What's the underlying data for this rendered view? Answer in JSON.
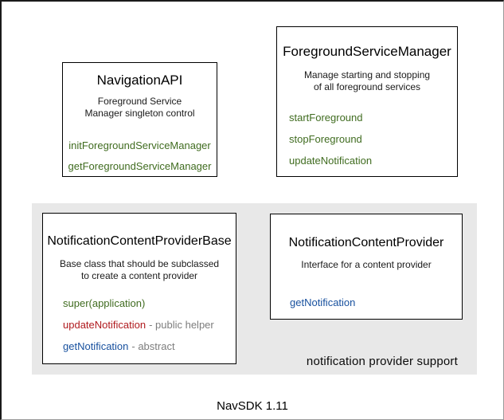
{
  "diagram": {
    "footer": "NavSDK 1.11",
    "panel_label": "notification provider support",
    "colors": {
      "method_green": "#406c20",
      "method_red": "#b01a1e",
      "method_blue": "#17509e",
      "suffix_gray": "#7d7d7d",
      "panel_gray": "#e8e8e8",
      "box_border": "#000000",
      "background": "#ffffff"
    },
    "boxes": {
      "navigation_api": {
        "title": "NavigationAPI",
        "description_line1": "Foreground Service",
        "description_line2": "Manager singleton control",
        "methods": [
          {
            "name": "initForegroundServiceManager"
          },
          {
            "name": "getForegroundServiceManager"
          }
        ]
      },
      "foreground_service_manager": {
        "title": "ForegroundServiceManager",
        "description_line1": "Manage starting and stopping",
        "description_line2": "of all foreground services",
        "methods": [
          {
            "name": "startForeground"
          },
          {
            "name": "stopForeground"
          },
          {
            "name": "updateNotification"
          }
        ]
      },
      "notification_content_provider_base": {
        "title": "NotificationContentProviderBase",
        "description_line1": "Base class that should be subclassed",
        "description_line2": "to create a content provider",
        "methods": [
          {
            "name": "super(application)",
            "suffix": ""
          },
          {
            "name": "updateNotification",
            "suffix": "- public helper"
          },
          {
            "name": "getNotification",
            "suffix": "- abstract"
          }
        ]
      },
      "notification_content_provider": {
        "title": "NotificationContentProvider",
        "description_line1": "Interface for a content provider",
        "methods": [
          {
            "name": "getNotification"
          }
        ]
      }
    }
  }
}
